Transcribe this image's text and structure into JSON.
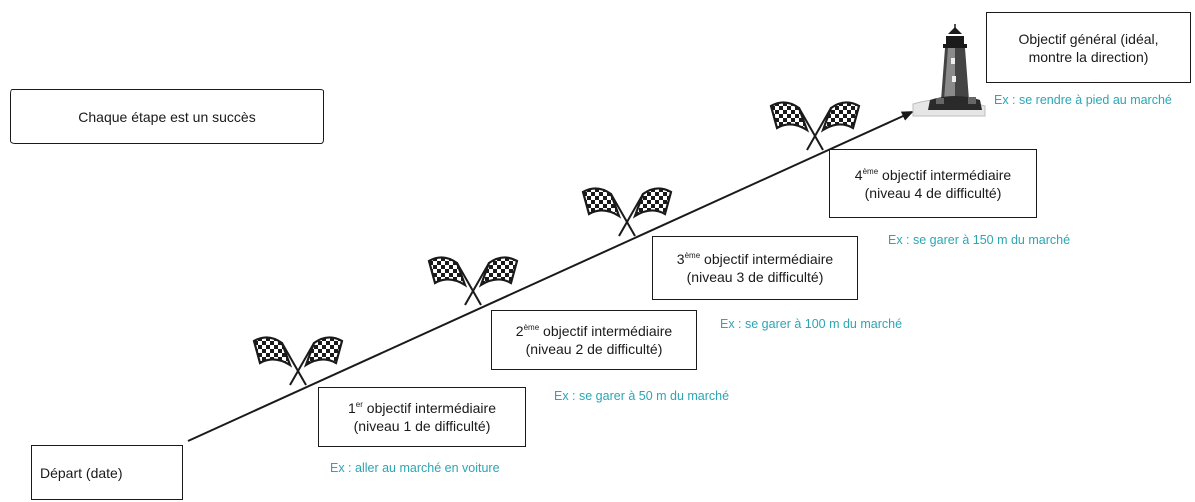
{
  "colors": {
    "line": "#1a1a1a",
    "example_text": "#2ba6b3",
    "box_border": "#1a1a1a"
  },
  "start_box": {
    "label": "Départ (date)"
  },
  "success_box": {
    "label": "Chaque étape est un succès"
  },
  "goal_box": {
    "line1": "Objectif général (idéal,",
    "line2": "montre la direction)"
  },
  "goal_icon": "lighthouse-icon",
  "flag_icon": "checkered-flags-icon",
  "milestones": [
    {
      "ordinal": "1",
      "suffix": "er",
      "title": " objectif intermédiaire",
      "level": "(niveau 1 de difficulté)",
      "example": "Ex : aller au marché en voiture"
    },
    {
      "ordinal": "2",
      "suffix": "ème",
      "title": " objectif intermédiaire",
      "level": "(niveau 2 de difficulté)",
      "example": "Ex : se garer à 50 m du marché"
    },
    {
      "ordinal": "3",
      "suffix": "ème",
      "title": " objectif intermédiaire",
      "level": "(niveau 3 de difficulté)",
      "example": "Ex : se garer à 100 m du marché"
    },
    {
      "ordinal": "4",
      "suffix": "ème",
      "title": " objectif intermédiaire",
      "level": "(niveau 4 de difficulté)",
      "example": "Ex : se garer à 150 m du marché"
    }
  ],
  "goal_example": "Ex : se rendre à pied au marché"
}
